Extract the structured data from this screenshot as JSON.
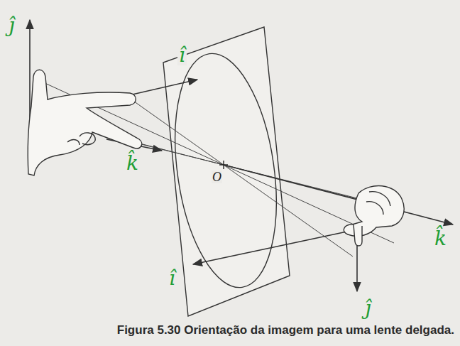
{
  "diagram": {
    "caption": "Figura 5.30 Orientação da imagem para uma lente delgada.",
    "labels": [
      "ĵ",
      "î",
      "k̂",
      "O",
      "k̂",
      "î",
      "ĵ"
    ]
  }
}
